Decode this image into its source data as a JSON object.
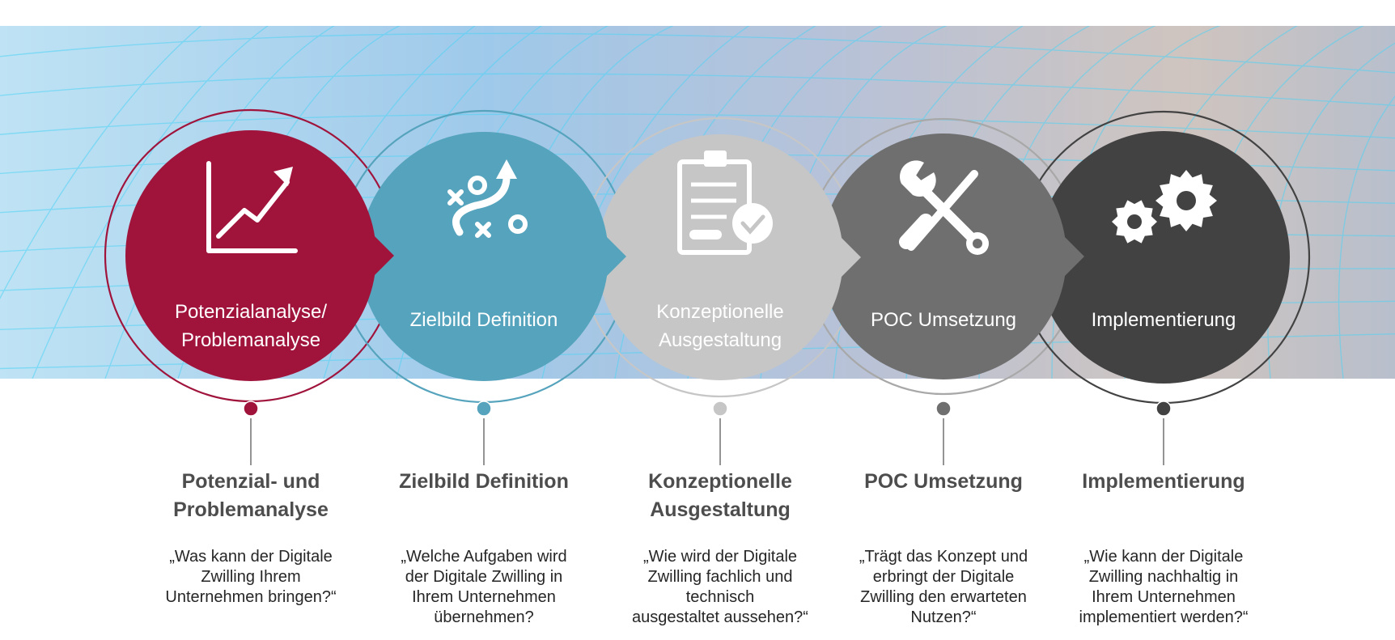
{
  "steps": [
    {
      "circle_label": "Potenzialanalyse/\nProblemanalyse",
      "icon": "trend-chart-icon",
      "title": "Potenzial- und\nProblemanalyse",
      "question": "„Was kann der Digitale\nZwilling Ihrem\nUnternehmen bringen?“",
      "fill": "#a0143c",
      "ring": "#a0143c"
    },
    {
      "circle_label": "Zielbild Definition",
      "icon": "strategy-play-icon",
      "title": "Zielbild Definition",
      "question": "„Welche Aufgaben wird\nder Digitale Zwilling in\nIhrem Unternehmen\nübernehmen?",
      "fill": "#55a3bc",
      "ring": "#55a3bc"
    },
    {
      "circle_label": "Konzeptionelle\nAusgestaltung",
      "icon": "clipboard-check-icon",
      "title": "Konzeptionelle\nAusgestaltung",
      "question": "„Wie wird der Digitale\nZwilling fachlich und\ntechnisch\nausgestaltet aussehen?“",
      "fill": "#c6c6c6",
      "ring": "#c6c6c6"
    },
    {
      "circle_label": "POC Umsetzung",
      "icon": "tools-icon",
      "title": "POC Umsetzung",
      "question": "„Trägt das Konzept und\nerbringt der Digitale\nZwilling den erwarteten\nNutzen?“",
      "fill": "#6f6f6f",
      "ring": "#a8a8a8"
    },
    {
      "circle_label": "Implementierung",
      "icon": "gears-icon",
      "title": "Implementierung",
      "question": "„Wie kann der Digitale\nZwilling nachhaltig in\nIhrem Unternehmen\nimplementiert werden?“",
      "fill": "#424242",
      "ring": "#424242"
    }
  ]
}
